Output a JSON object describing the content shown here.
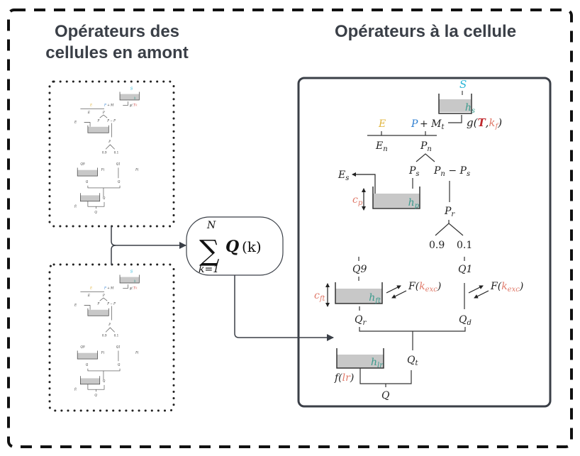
{
  "titles": {
    "left": "Opérateurs des cellules en amont",
    "right": "Opérateurs à la cellule"
  },
  "colors": {
    "text": "#3a3f47",
    "reservoir_fill": "#c8c8c8",
    "snow": "#2bb5d6",
    "evap": "#e0b43c",
    "precip": "#2f7fd1",
    "param": "#e07a6a",
    "temp": "#c0282d",
    "state": "#3a9a8c"
  },
  "summation": {
    "upper": "N",
    "lower": "k=1",
    "body": "Q",
    "arg": "(k)"
  },
  "cell": {
    "S": "S",
    "h_s": "h",
    "h_s_sub": "s",
    "E": "E",
    "P": "P",
    "plus_M": "+ M",
    "M_sub": "t",
    "g": "g(",
    "T": "T",
    "comma": ",",
    "k": "k",
    "k_sub": "f",
    "close": ")",
    "E_n": "E",
    "E_n_sub": "n",
    "P_n": "P",
    "P_n_sub": "n",
    "E_s": "E",
    "E_s_sub": "s",
    "P_s": "P",
    "P_s_sub": "s",
    "Pn_minus_Ps": "P",
    "Pn_minus_Ps_sub1": "n",
    "Pn_minus_Ps_mid": " − P",
    "Pn_minus_Ps_sub2": "s",
    "c_p": "c",
    "c_p_sub": "p",
    "h_p": "h",
    "h_p_sub": "p",
    "P_r": "P",
    "P_r_sub": "r",
    "split_left": "0.9",
    "split_right": "0.1",
    "Q9": "Q9",
    "Q1": "Q1",
    "c_ft": "c",
    "c_ft_sub": "ft",
    "h_ft": "h",
    "h_ft_sub": "ft",
    "F": "F(",
    "k_exc": "k",
    "k_exc_sub": "exc",
    "F_close": ")",
    "Q_r": "Q",
    "Q_r_sub": "r",
    "Q_d": "Q",
    "Q_d_sub": "d",
    "h_lr": "h",
    "h_lr_sub": "lr",
    "Q_t": "Q",
    "Q_t_sub": "t",
    "f": "f(",
    "lr": "lr",
    "f_close": ")",
    "Q": "Q"
  }
}
